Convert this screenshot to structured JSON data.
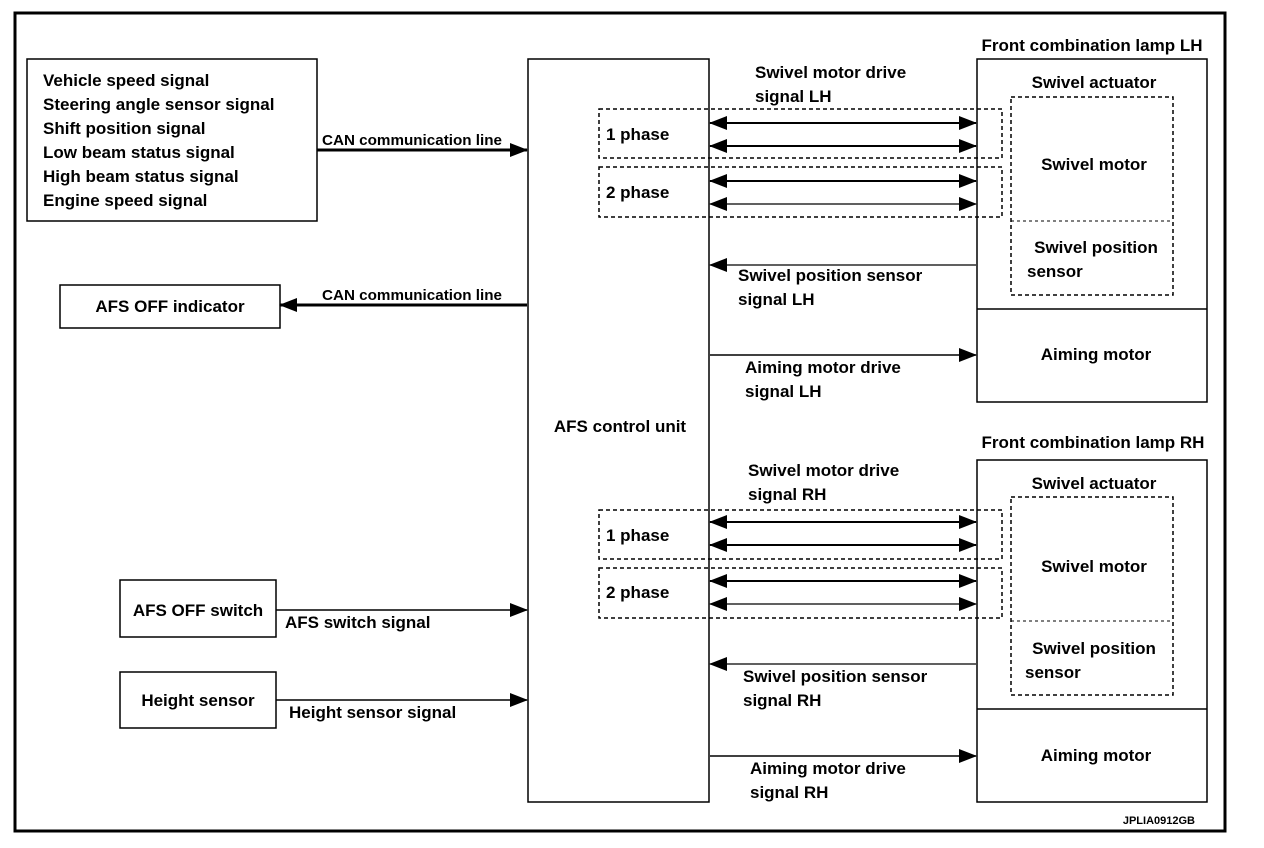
{
  "inputs": {
    "lines": [
      "Vehicle speed signal",
      "Steering angle sensor signal",
      "Shift position signal",
      "Low beam status signal",
      "High beam status signal",
      "Engine speed signal"
    ]
  },
  "can_line_label": "CAN communication line",
  "afs_off_indicator": "AFS OFF indicator",
  "afs_off_switch": "AFS OFF switch",
  "afs_switch_signal": "AFS switch signal",
  "height_sensor": "Height sensor",
  "height_sensor_signal": "Height sensor signal",
  "control_unit": "AFS control unit",
  "lh": {
    "lamp_title": "Front combination lamp LH",
    "swivel_actuator": "Swivel actuator",
    "swivel_motor": "Swivel motor",
    "swivel_position_sensor": [
      "Swivel position",
      "sensor"
    ],
    "aiming_motor": "Aiming motor",
    "swivel_motor_drive": [
      "Swivel motor drive",
      "signal LH"
    ],
    "phase1": "1 phase",
    "phase2": "2 phase",
    "position_signal": [
      "Swivel position sensor",
      "signal LH"
    ],
    "aiming_drive": [
      "Aiming motor drive",
      "signal LH"
    ]
  },
  "rh": {
    "lamp_title": "Front combination lamp RH",
    "swivel_actuator": "Swivel actuator",
    "swivel_motor": "Swivel motor",
    "swivel_position_sensor": [
      "Swivel position",
      "sensor"
    ],
    "aiming_motor": "Aiming motor",
    "swivel_motor_drive": [
      "Swivel motor drive",
      "signal RH"
    ],
    "phase1": "1 phase",
    "phase2": "2 phase",
    "position_signal": [
      "Swivel position sensor",
      "signal RH"
    ],
    "aiming_drive": [
      "Aiming motor drive",
      "signal RH"
    ]
  },
  "figure_code": "JPLIA0912GB"
}
